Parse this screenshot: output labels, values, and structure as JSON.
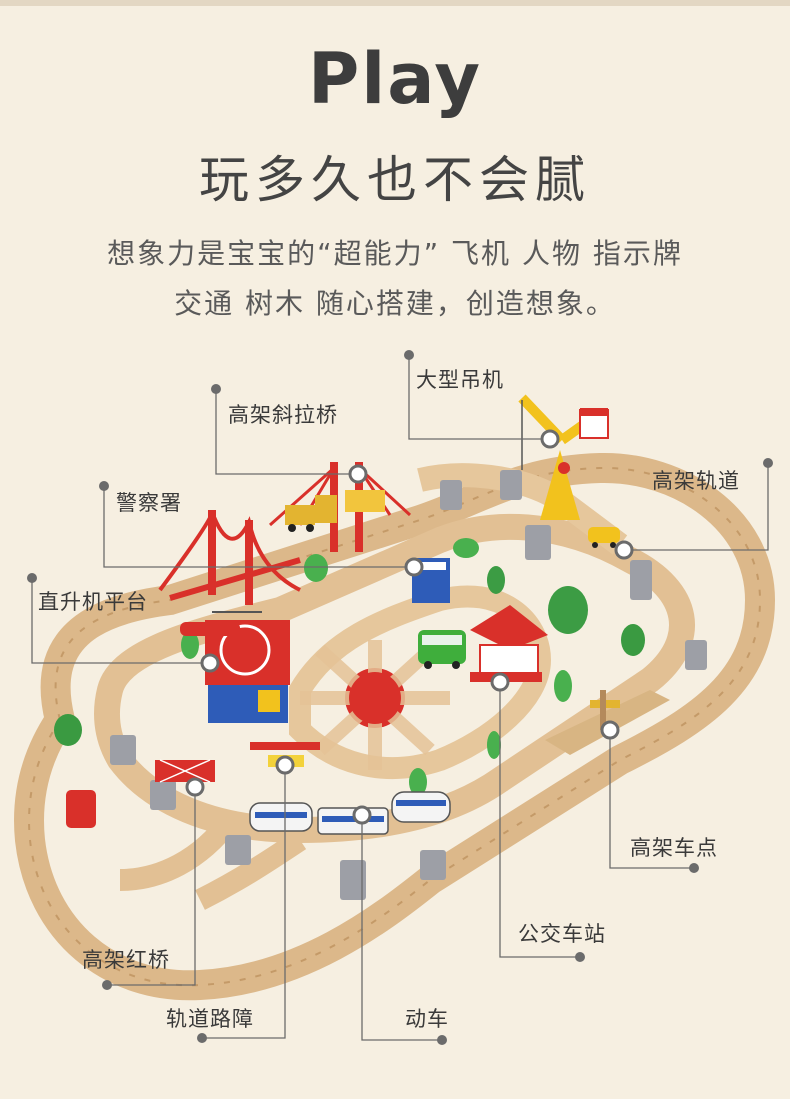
{
  "headline": {
    "title": "Play",
    "subtitle": "玩多久也不会腻"
  },
  "description": {
    "line1": "想象力是宝宝的“超能力” 飞机 人物 指示牌",
    "line2": "交通 树木 随心搭建，创造想象。"
  },
  "callouts": [
    {
      "id": "crane",
      "label": "大型吊机"
    },
    {
      "id": "cable-bridge",
      "label": "高架斜拉桥"
    },
    {
      "id": "elevated-track",
      "label": "高架轨道"
    },
    {
      "id": "police-station",
      "label": "警察署"
    },
    {
      "id": "helipad",
      "label": "直升机平台"
    },
    {
      "id": "elevated-stop",
      "label": "高架车点"
    },
    {
      "id": "bus-station",
      "label": "公交车站"
    },
    {
      "id": "red-bridge",
      "label": "高架红桥"
    },
    {
      "id": "barrier",
      "label": "轨道路障"
    },
    {
      "id": "bullet-train",
      "label": "动车"
    }
  ],
  "colors": {
    "background": "#f6efe1",
    "wood": "#e9caa0",
    "accent_red": "#d9302a",
    "line": "#6b6b6b"
  }
}
